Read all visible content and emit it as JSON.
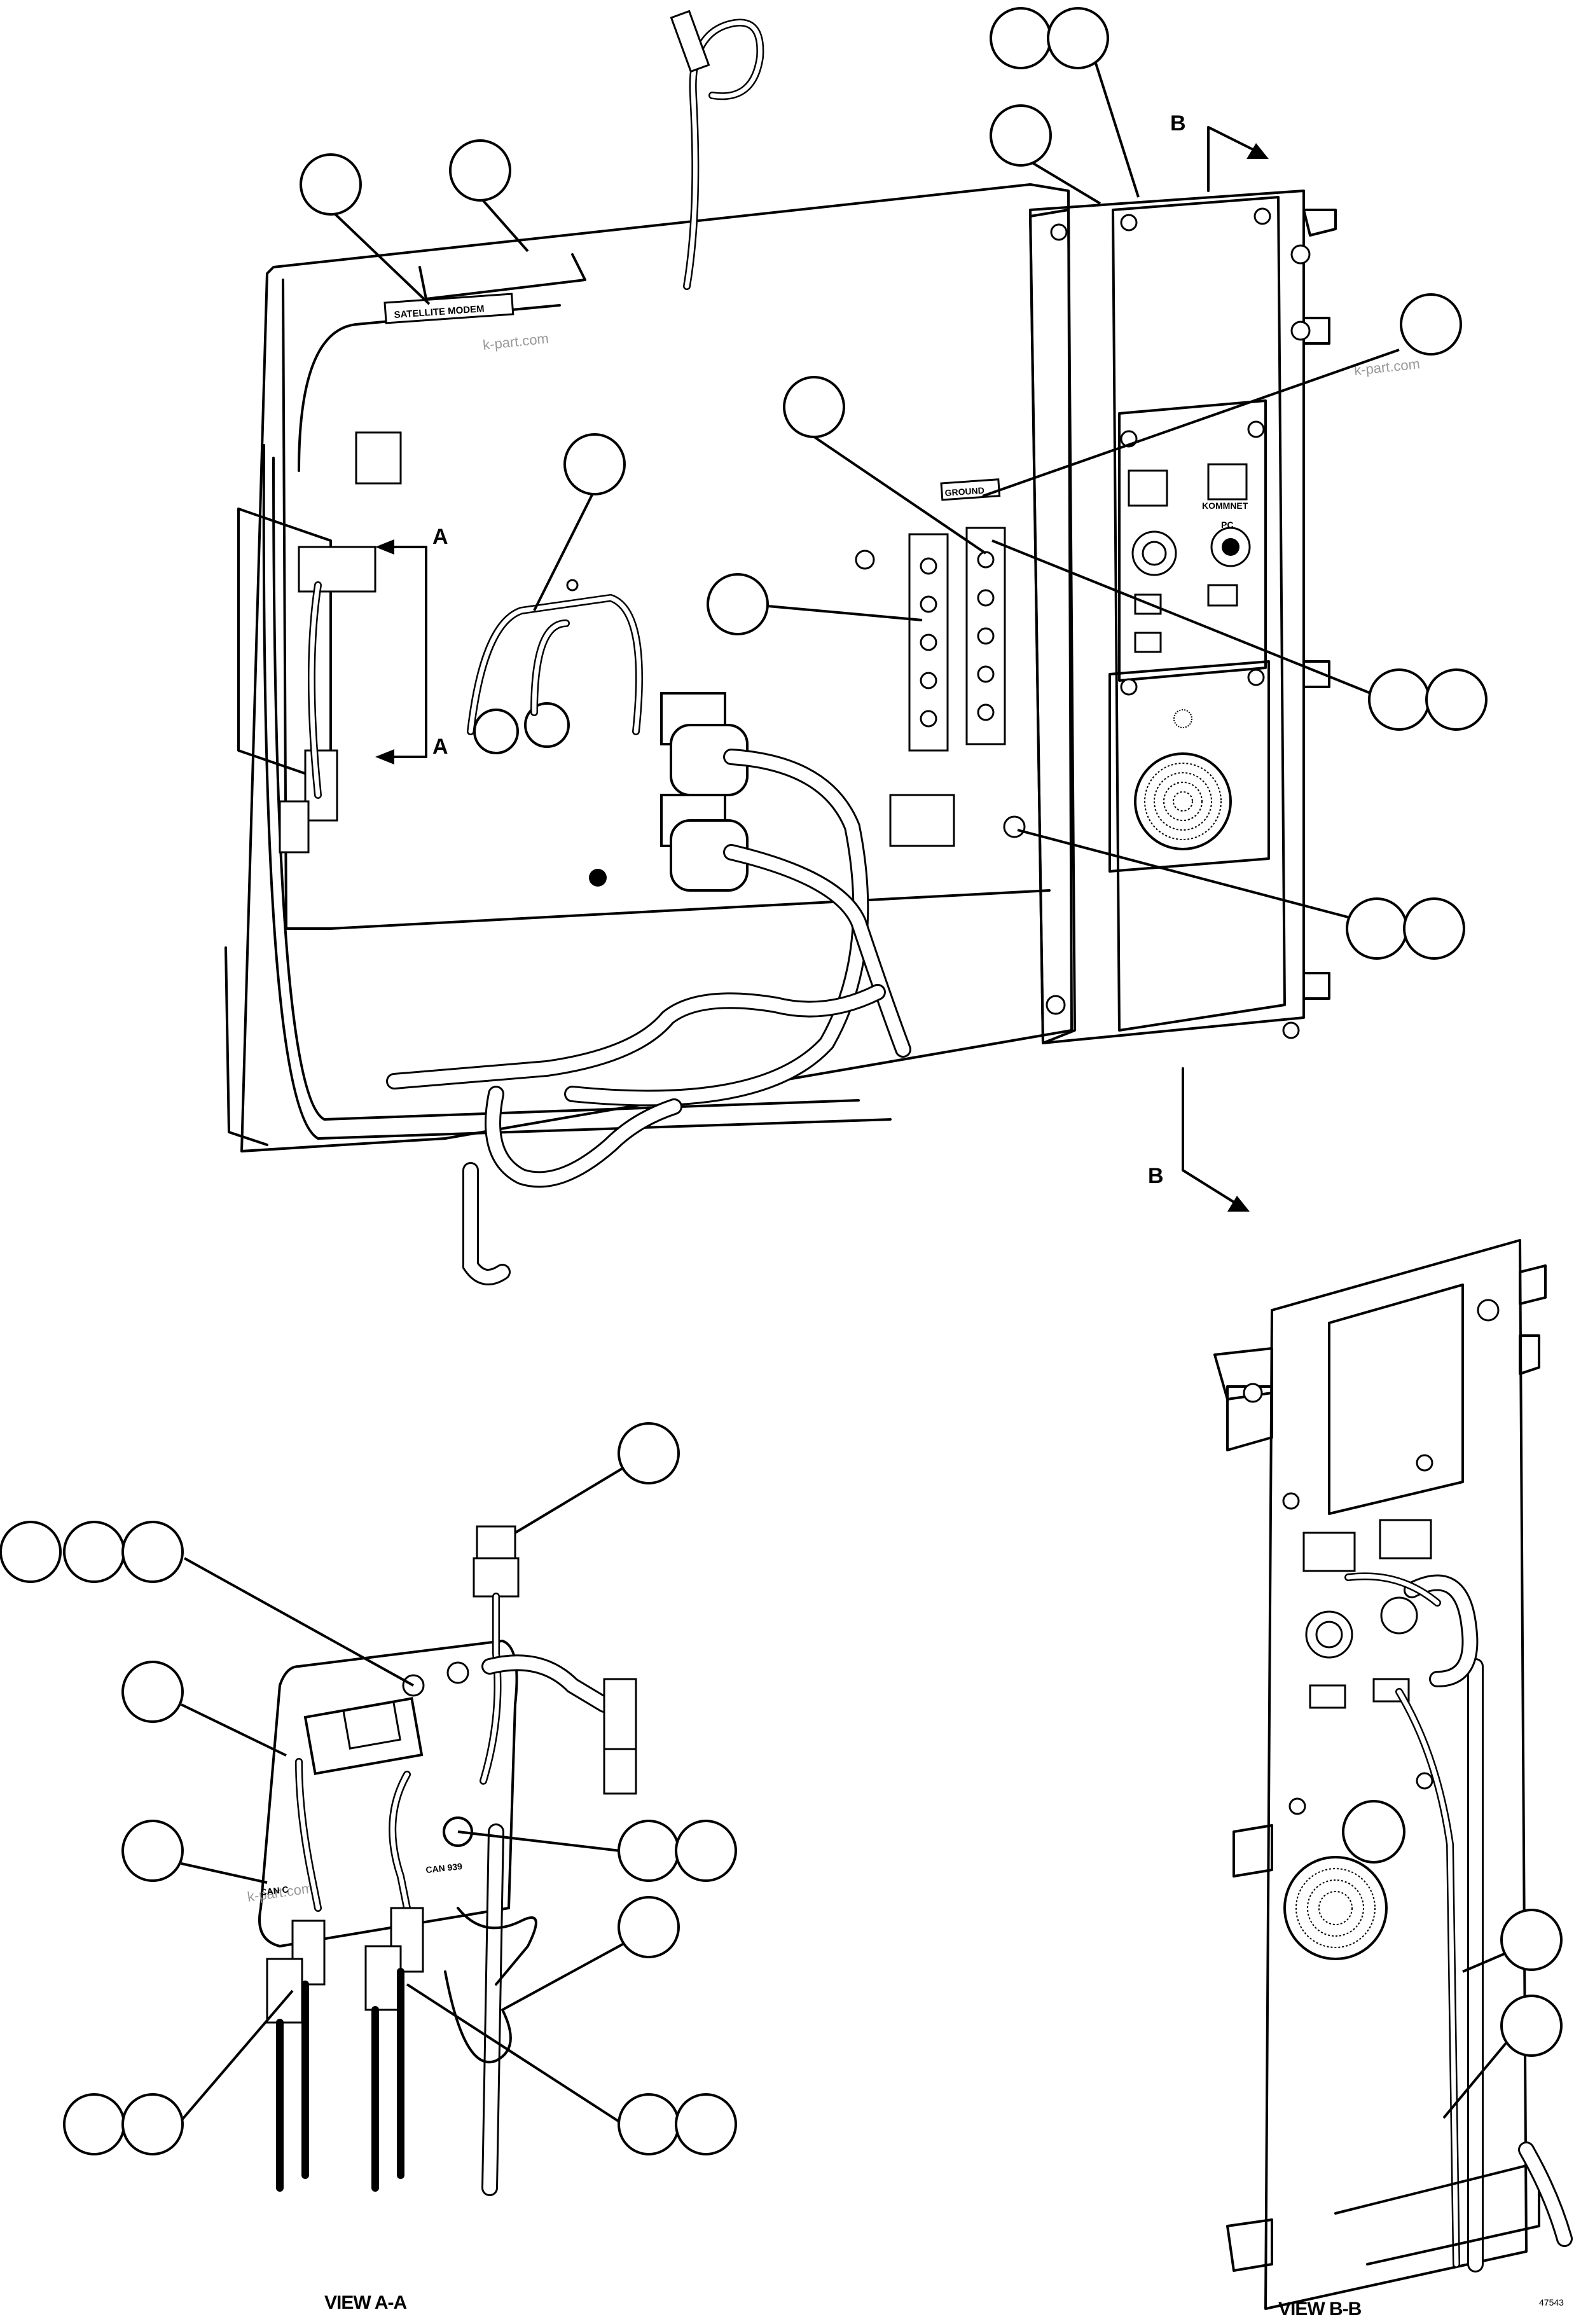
{
  "labels": {
    "satellite_modem": "SATELLITE MODEM",
    "ground": "GROUND",
    "kommnet": "KOMMNET",
    "pc": "PC",
    "section_a": "A",
    "section_b": "B",
    "can_c": "CAN C",
    "can_930": "CAN 939",
    "view_a": "VIEW A-A",
    "view_b": "VIEW B-B",
    "watermark": "k-part.com",
    "drawing_number": "47543"
  }
}
